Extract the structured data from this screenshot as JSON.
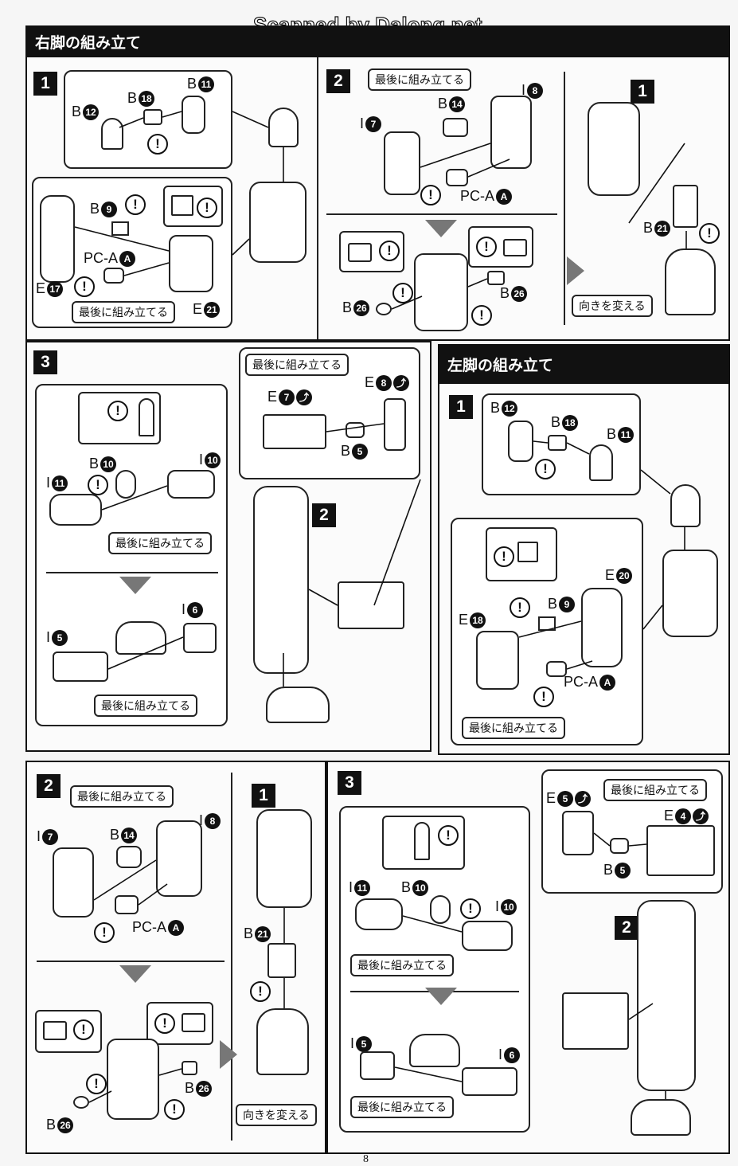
{
  "watermark": "Scanned by Dalong.net",
  "page_number": "8",
  "right_leg": {
    "title": "右脚の組み立て",
    "panel_a": {
      "step": "1",
      "parts": {
        "b12": "12",
        "b18": "18",
        "b11": "11",
        "b9": "9",
        "e17": "17",
        "e21": "21"
      },
      "pc_prefix": "PC-A",
      "pc_sub": "A",
      "note": "最後に組み立てる"
    },
    "panel_b": {
      "step": "2",
      "note": "最後に組み立てる",
      "parts": {
        "i7": "7",
        "i8": "8",
        "b14": "14",
        "b26a": "26",
        "b26b": "26"
      },
      "pc_prefix": "PC-A",
      "pc_sub": "A",
      "sub_step": "1",
      "b21": "21",
      "rotate_note": "向きを変える"
    },
    "panel_c": {
      "step": "3",
      "note_top": "最後に組み立てる",
      "parts": {
        "e7": "7",
        "e8": "8",
        "b5": "5",
        "b10": "10",
        "i11": "11",
        "i10": "10",
        "i5": "5",
        "i6": "6"
      },
      "note_mid": "最後に組み立てる",
      "note_bottom": "最後に組み立てる",
      "sub_step": "2"
    }
  },
  "left_leg": {
    "title": "左脚の組み立て",
    "panel_a": {
      "step": "1",
      "parts": {
        "b12": "12",
        "b18": "18",
        "b11": "11",
        "e20": "20",
        "b9": "9",
        "e18": "18"
      },
      "pc_prefix": "PC-A",
      "pc_sub": "A",
      "note": "最後に組み立てる"
    },
    "panel_b": {
      "step": "2",
      "note": "最後に組み立てる",
      "parts": {
        "i7": "7",
        "b14": "14",
        "i8": "8",
        "b26a": "26",
        "b26b": "26"
      },
      "pc_prefix": "PC-A",
      "pc_sub": "A",
      "sub_step": "1",
      "b21": "21",
      "rotate_note": "向きを変える"
    },
    "panel_c": {
      "step": "3",
      "note_top": "最後に組み立てる",
      "parts": {
        "e5": "5",
        "e4": "4",
        "b5": "5",
        "i11": "11",
        "b10": "10",
        "i10": "10",
        "i5": "5",
        "i6": "6"
      },
      "note_mid": "最後に組み立てる",
      "note_bottom": "最後に組み立てる",
      "sub_step": "2"
    }
  }
}
